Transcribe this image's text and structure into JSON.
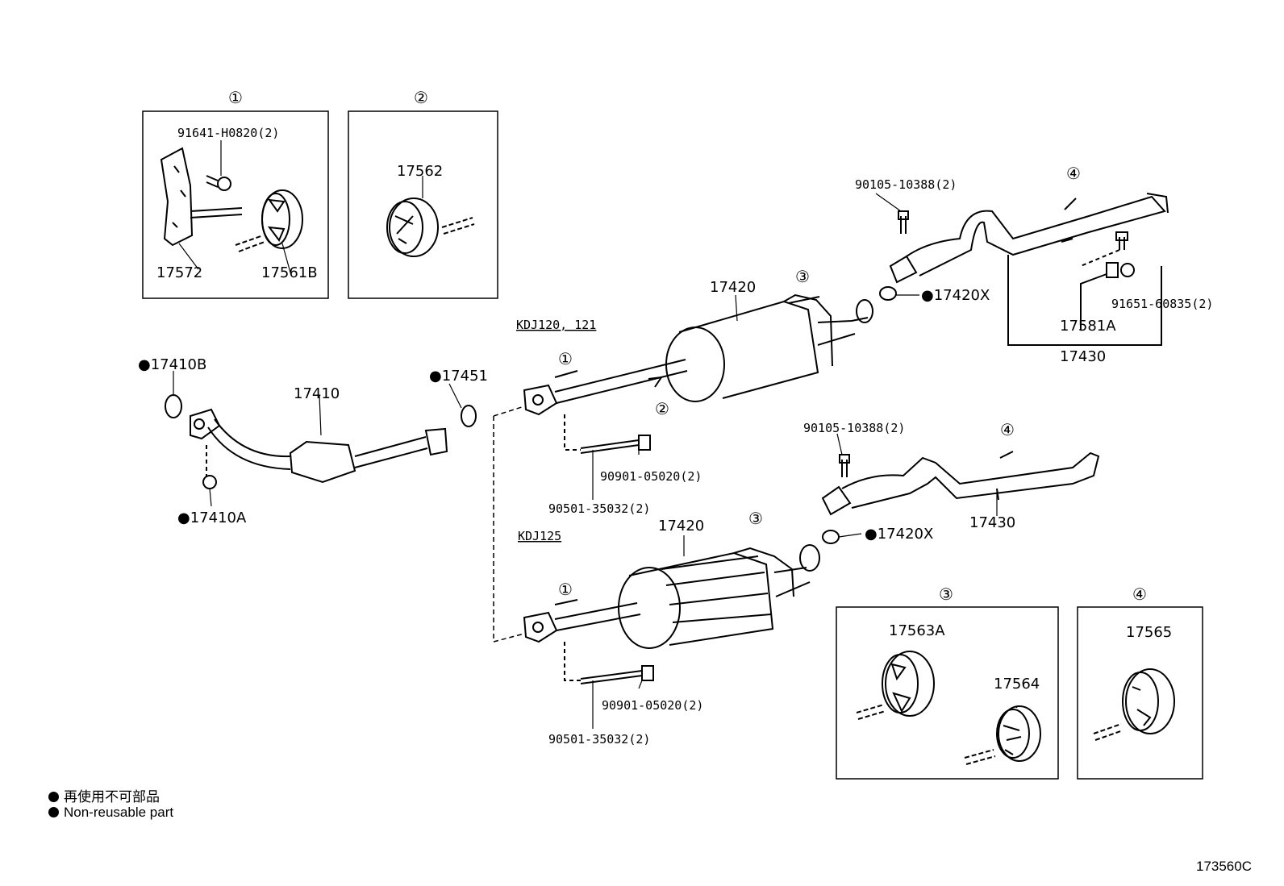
{
  "callouts": {
    "c1": "①",
    "c2": "②",
    "c3": "③",
    "c4": "④"
  },
  "variants": {
    "top": "KDJ120, 121",
    "bottom": "KDJ125"
  },
  "parts": {
    "p91641": "91641-H0820(2)",
    "p17562": "17562",
    "p17572": "17572",
    "p17561B": "17561B",
    "p17410B": "●17410B",
    "p17410": "17410",
    "p17410A": "●17410A",
    "p17451": "●17451",
    "p17420_top": "17420",
    "p17420_bottom": "17420",
    "p17420X_top": "●17420X",
    "p17420X_bottom": "●17420X",
    "p90105_top": "90105-10388(2)",
    "p90105_bottom": "90105-10388(2)",
    "p91651": "91651-60835(2)",
    "p17581A": "17581A",
    "p17430_top": "17430",
    "p17430_bottom": "17430",
    "p90901_top": "90901-05020(2)",
    "p90901_bottom": "90901-05020(2)",
    "p90501_top": "90501-35032(2)",
    "p90501_bottom": "90501-35032(2)",
    "p17563A": "17563A",
    "p17564": "17564",
    "p17565": "17565"
  },
  "legend": {
    "line1": "再使用不可部品",
    "line2": "Non-reusable part"
  },
  "figure_code": "173560C"
}
